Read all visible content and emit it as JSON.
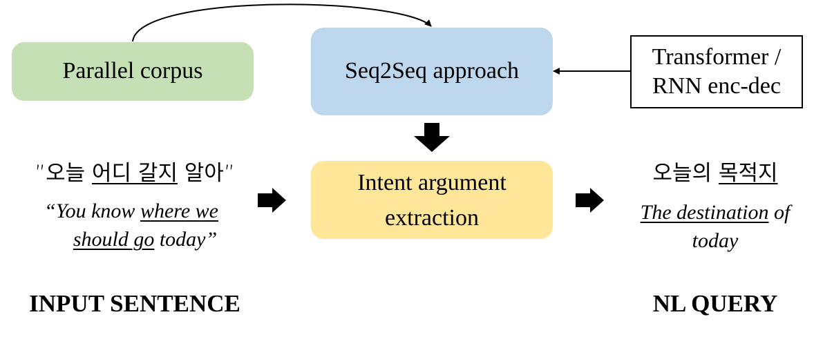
{
  "nodes": {
    "parallel_corpus": "Parallel corpus",
    "seq2seq": "Seq2Seq approach",
    "transformer_line1": "Transformer /",
    "transformer_line2": "RNN enc-dec",
    "intent_line1": "Intent argument",
    "intent_line2": "extraction"
  },
  "input": {
    "korean_open": "”오늘 ",
    "korean_underlined": "어디 갈지",
    "korean_close": " 알아”",
    "english_pre": "“You know ",
    "english_underlined_1": "where we",
    "english_underlined_2": "should go",
    "english_post": " today”",
    "label": "INPUT SENTENCE"
  },
  "query": {
    "korean_pre": "오늘의 ",
    "korean_underlined": "목적지",
    "english_underlined": "The destination",
    "english_post_1": " of",
    "english_post_2": "today",
    "label": "NL QUERY"
  }
}
